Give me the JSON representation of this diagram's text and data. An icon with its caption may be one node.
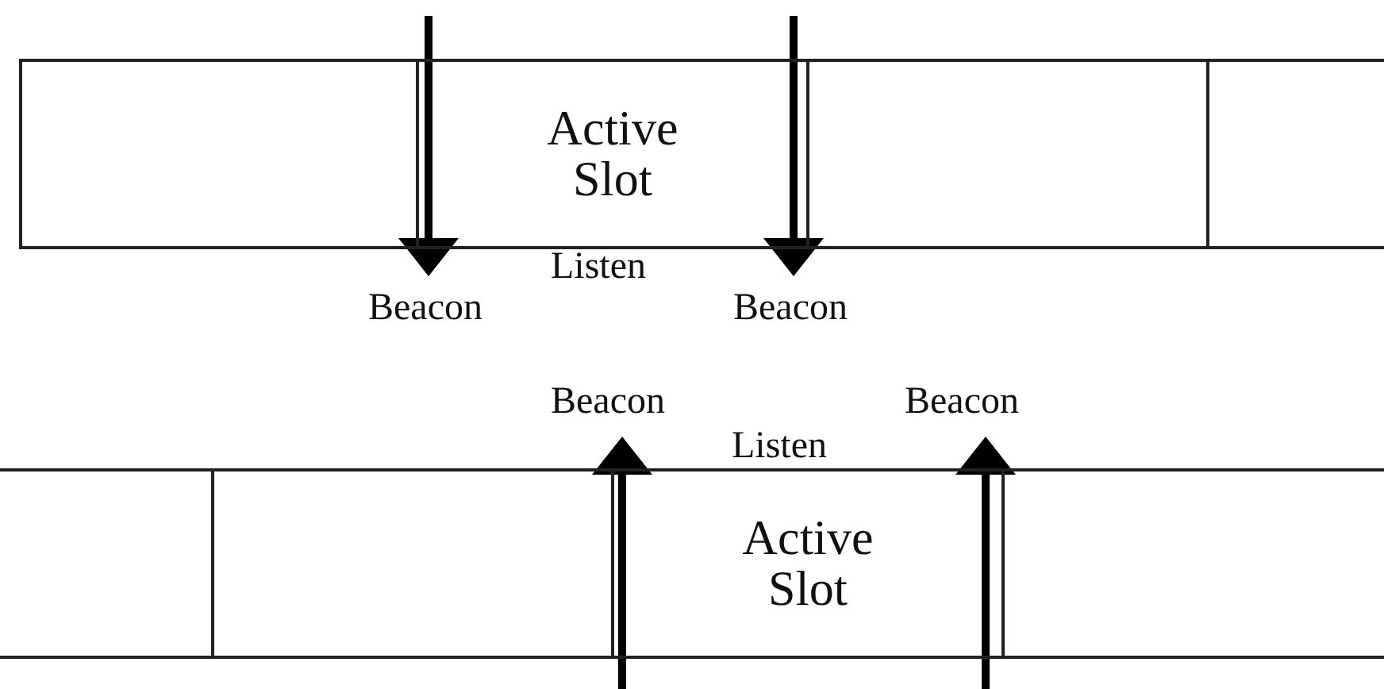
{
  "diagram": {
    "nodes": [
      {
        "text": [],
        "shape": "box"
      },
      {
        "text": [
          "Active Slot"
        ]
      },
      {
        "text": [],
        "shape": "box"
      },
      {
        "text": [],
        "shape": "box"
      },
      {
        "text": [],
        "shape": "box"
      },
      {
        "text": [],
        "shape": "box"
      },
      {
        "text": [
          "Active Slot"
        ]
      },
      {
        "text": [],
        "shape": "box"
      }
    ],
    "edges": [],
    "labels": [
      "Listen",
      "Beacon",
      "Beacon",
      "Beacon",
      "Beacon",
      "Listen"
    ]
  }
}
